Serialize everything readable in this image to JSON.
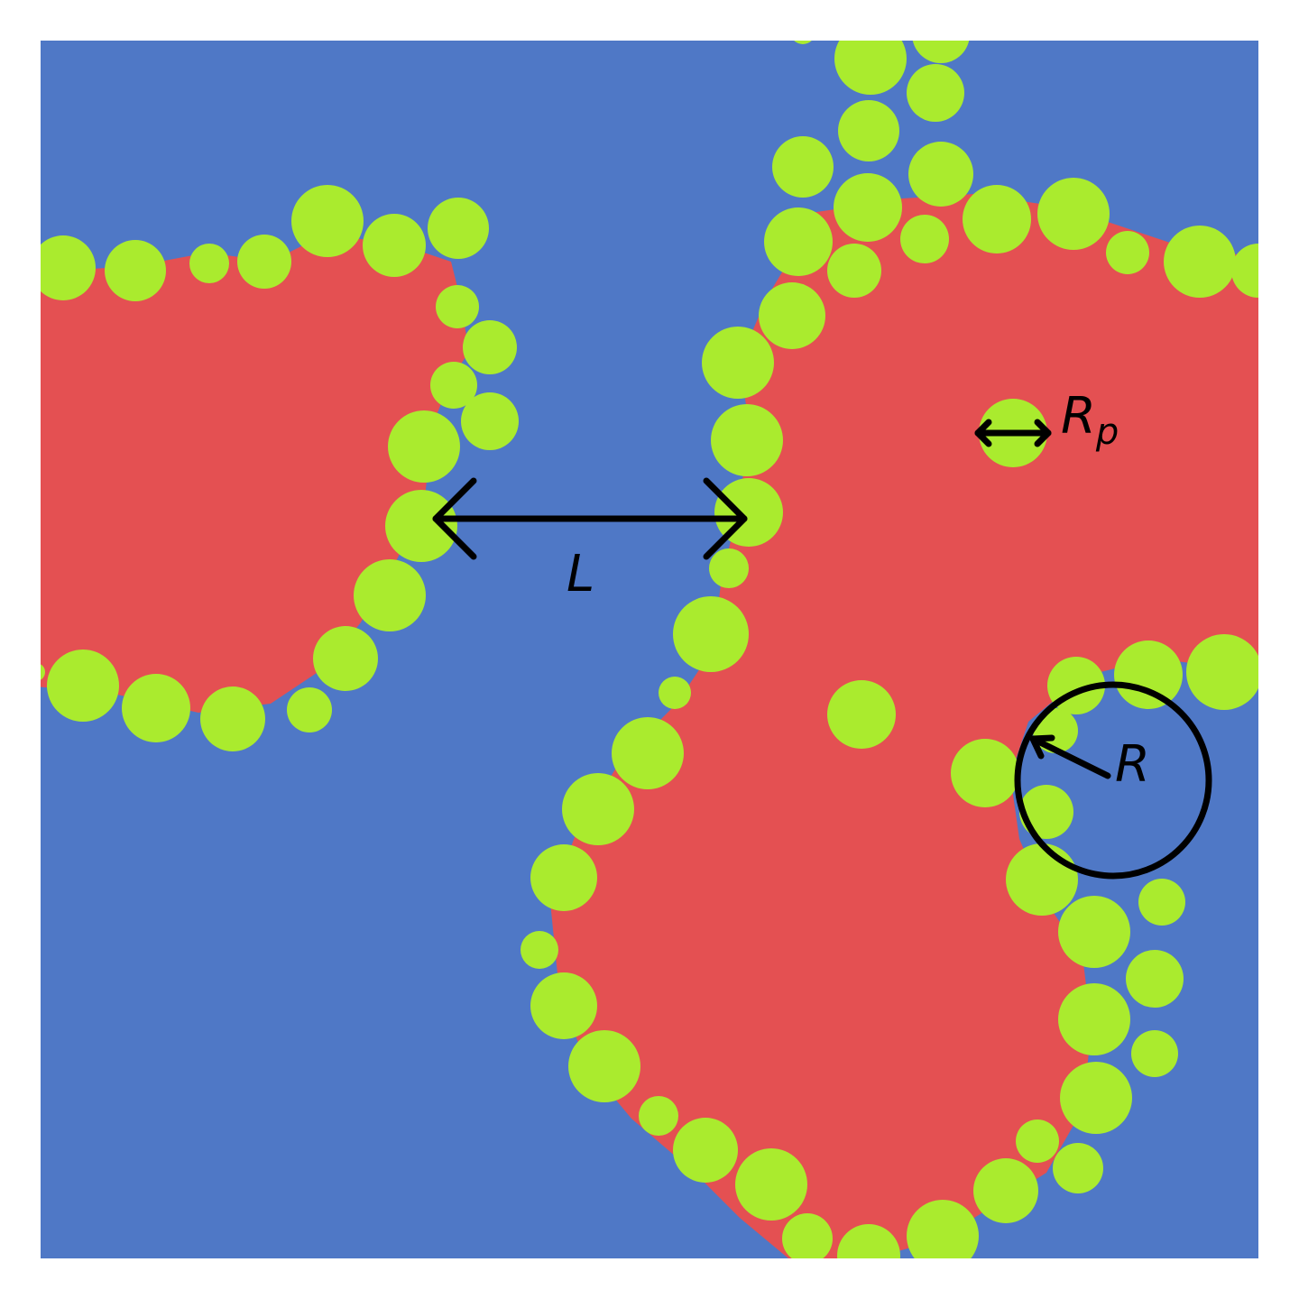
{
  "colors": {
    "background": "#ffffff",
    "matrix": "#4f78c6",
    "domain": "#e45052",
    "particle": "#aaeb2e",
    "annotation": "#000000"
  },
  "labels": {
    "L": "L",
    "Rp_main": "R",
    "Rp_sub": "p",
    "R": "R"
  }
}
